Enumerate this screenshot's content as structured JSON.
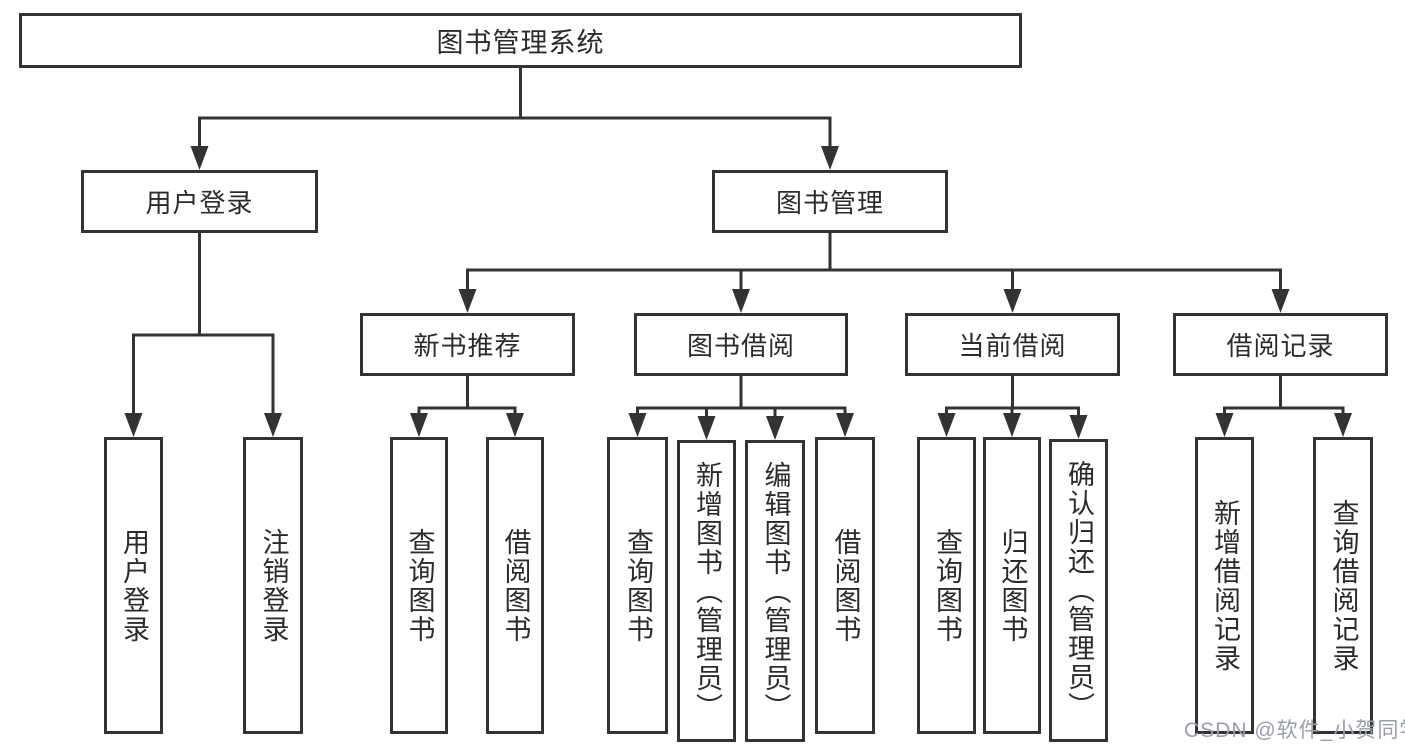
{
  "colors": {
    "line": "#333333",
    "box_border": "#333333",
    "box_fill": "#ffffff",
    "text": "#2b2b2b",
    "watermark": "#9a9eab"
  },
  "watermark": {
    "text": "CSDN @软件_小贺同学"
  },
  "tree": {
    "root": {
      "label": "图书管理系统"
    },
    "level2": [
      {
        "id": "user-login",
        "label": "用户登录"
      },
      {
        "id": "book-management",
        "label": "图书管理"
      }
    ],
    "level3": [
      {
        "id": "new-book-recommend",
        "label": "新书推荐",
        "parent": "book-management"
      },
      {
        "id": "book-borrow",
        "label": "图书借阅",
        "parent": "book-management"
      },
      {
        "id": "current-borrow",
        "label": "当前借阅",
        "parent": "book-management"
      },
      {
        "id": "borrow-records",
        "label": "借阅记录",
        "parent": "book-management"
      }
    ],
    "leaves": [
      {
        "id": "leaf-user-login",
        "label": "用户登录",
        "parent": "user-login"
      },
      {
        "id": "leaf-logout",
        "label": "注销登录",
        "parent": "user-login"
      },
      {
        "id": "leaf-recommend-query-books",
        "label": "查询图书",
        "parent": "new-book-recommend"
      },
      {
        "id": "leaf-recommend-borrow-books",
        "label": "借阅图书",
        "parent": "new-book-recommend"
      },
      {
        "id": "leaf-borrow-query-books",
        "label": "查询图书",
        "parent": "book-borrow"
      },
      {
        "id": "leaf-borrow-add-books-admin",
        "label": "新增图书（管理员）",
        "parent": "book-borrow"
      },
      {
        "id": "leaf-borrow-edit-books-admin",
        "label": "编辑图书（管理员）",
        "parent": "book-borrow"
      },
      {
        "id": "leaf-borrow-borrow-books",
        "label": "借阅图书",
        "parent": "book-borrow"
      },
      {
        "id": "leaf-current-query-books",
        "label": "查询图书",
        "parent": "current-borrow"
      },
      {
        "id": "leaf-current-return-books",
        "label": "归还图书",
        "parent": "current-borrow"
      },
      {
        "id": "leaf-current-confirm-return-admin",
        "label": "确认归还（管理员）",
        "parent": "current-borrow"
      },
      {
        "id": "leaf-records-add-record",
        "label": "新增借阅记录",
        "parent": "borrow-records"
      },
      {
        "id": "leaf-records-query-record",
        "label": "查询借阅记录",
        "parent": "borrow-records"
      }
    ]
  }
}
